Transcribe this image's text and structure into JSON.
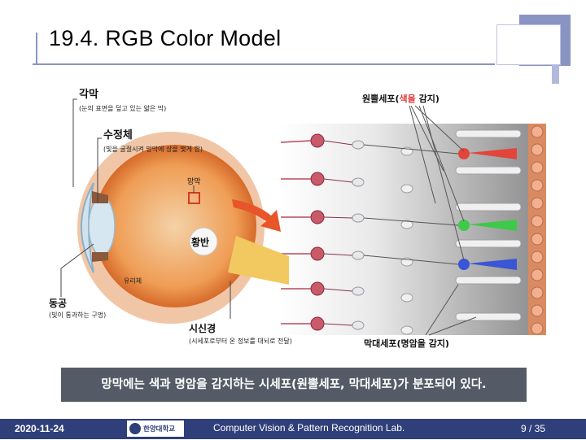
{
  "slide": {
    "title": "19.4. RGB Color Model",
    "caption": "망막에는 색과 명암을 감지하는 시세포(원뿔세포, 막대세포)가 분포되어 있다."
  },
  "figure": {
    "cornea_label": "각막",
    "cornea_desc": "(눈의 표면을 덮고 있는 얇은 막)",
    "lens_label": "수정체",
    "lens_desc": "(빛을 굴절시켜 망막에 상을 맺게 함)",
    "retina_label": "망막",
    "macula_label": "황반",
    "vitreous_label": "유리체",
    "pupil_label": "동공",
    "pupil_desc": "(빛이 통과하는 구멍)",
    "optic_nerve_label": "시신경",
    "optic_nerve_desc": "(시세포로부터 온 정보를 대뇌로 전달)",
    "cone_label_prefix": "원뿔세포(",
    "cone_label_colored": "색을",
    "cone_label_suffix": " 감지)",
    "rod_label": "막대세포(명암을 감지)",
    "colors": {
      "red_cone": "#e2453a",
      "green_cone": "#3ec94a",
      "blue_cone": "#3a55d6",
      "cone_label_accent": "#e03a3a"
    }
  },
  "footer": {
    "date": "2020-11-24",
    "logo_text": "한양대학교",
    "lab": "Computer Vision & Pattern Recognition Lab.",
    "page": "9 / 35"
  }
}
